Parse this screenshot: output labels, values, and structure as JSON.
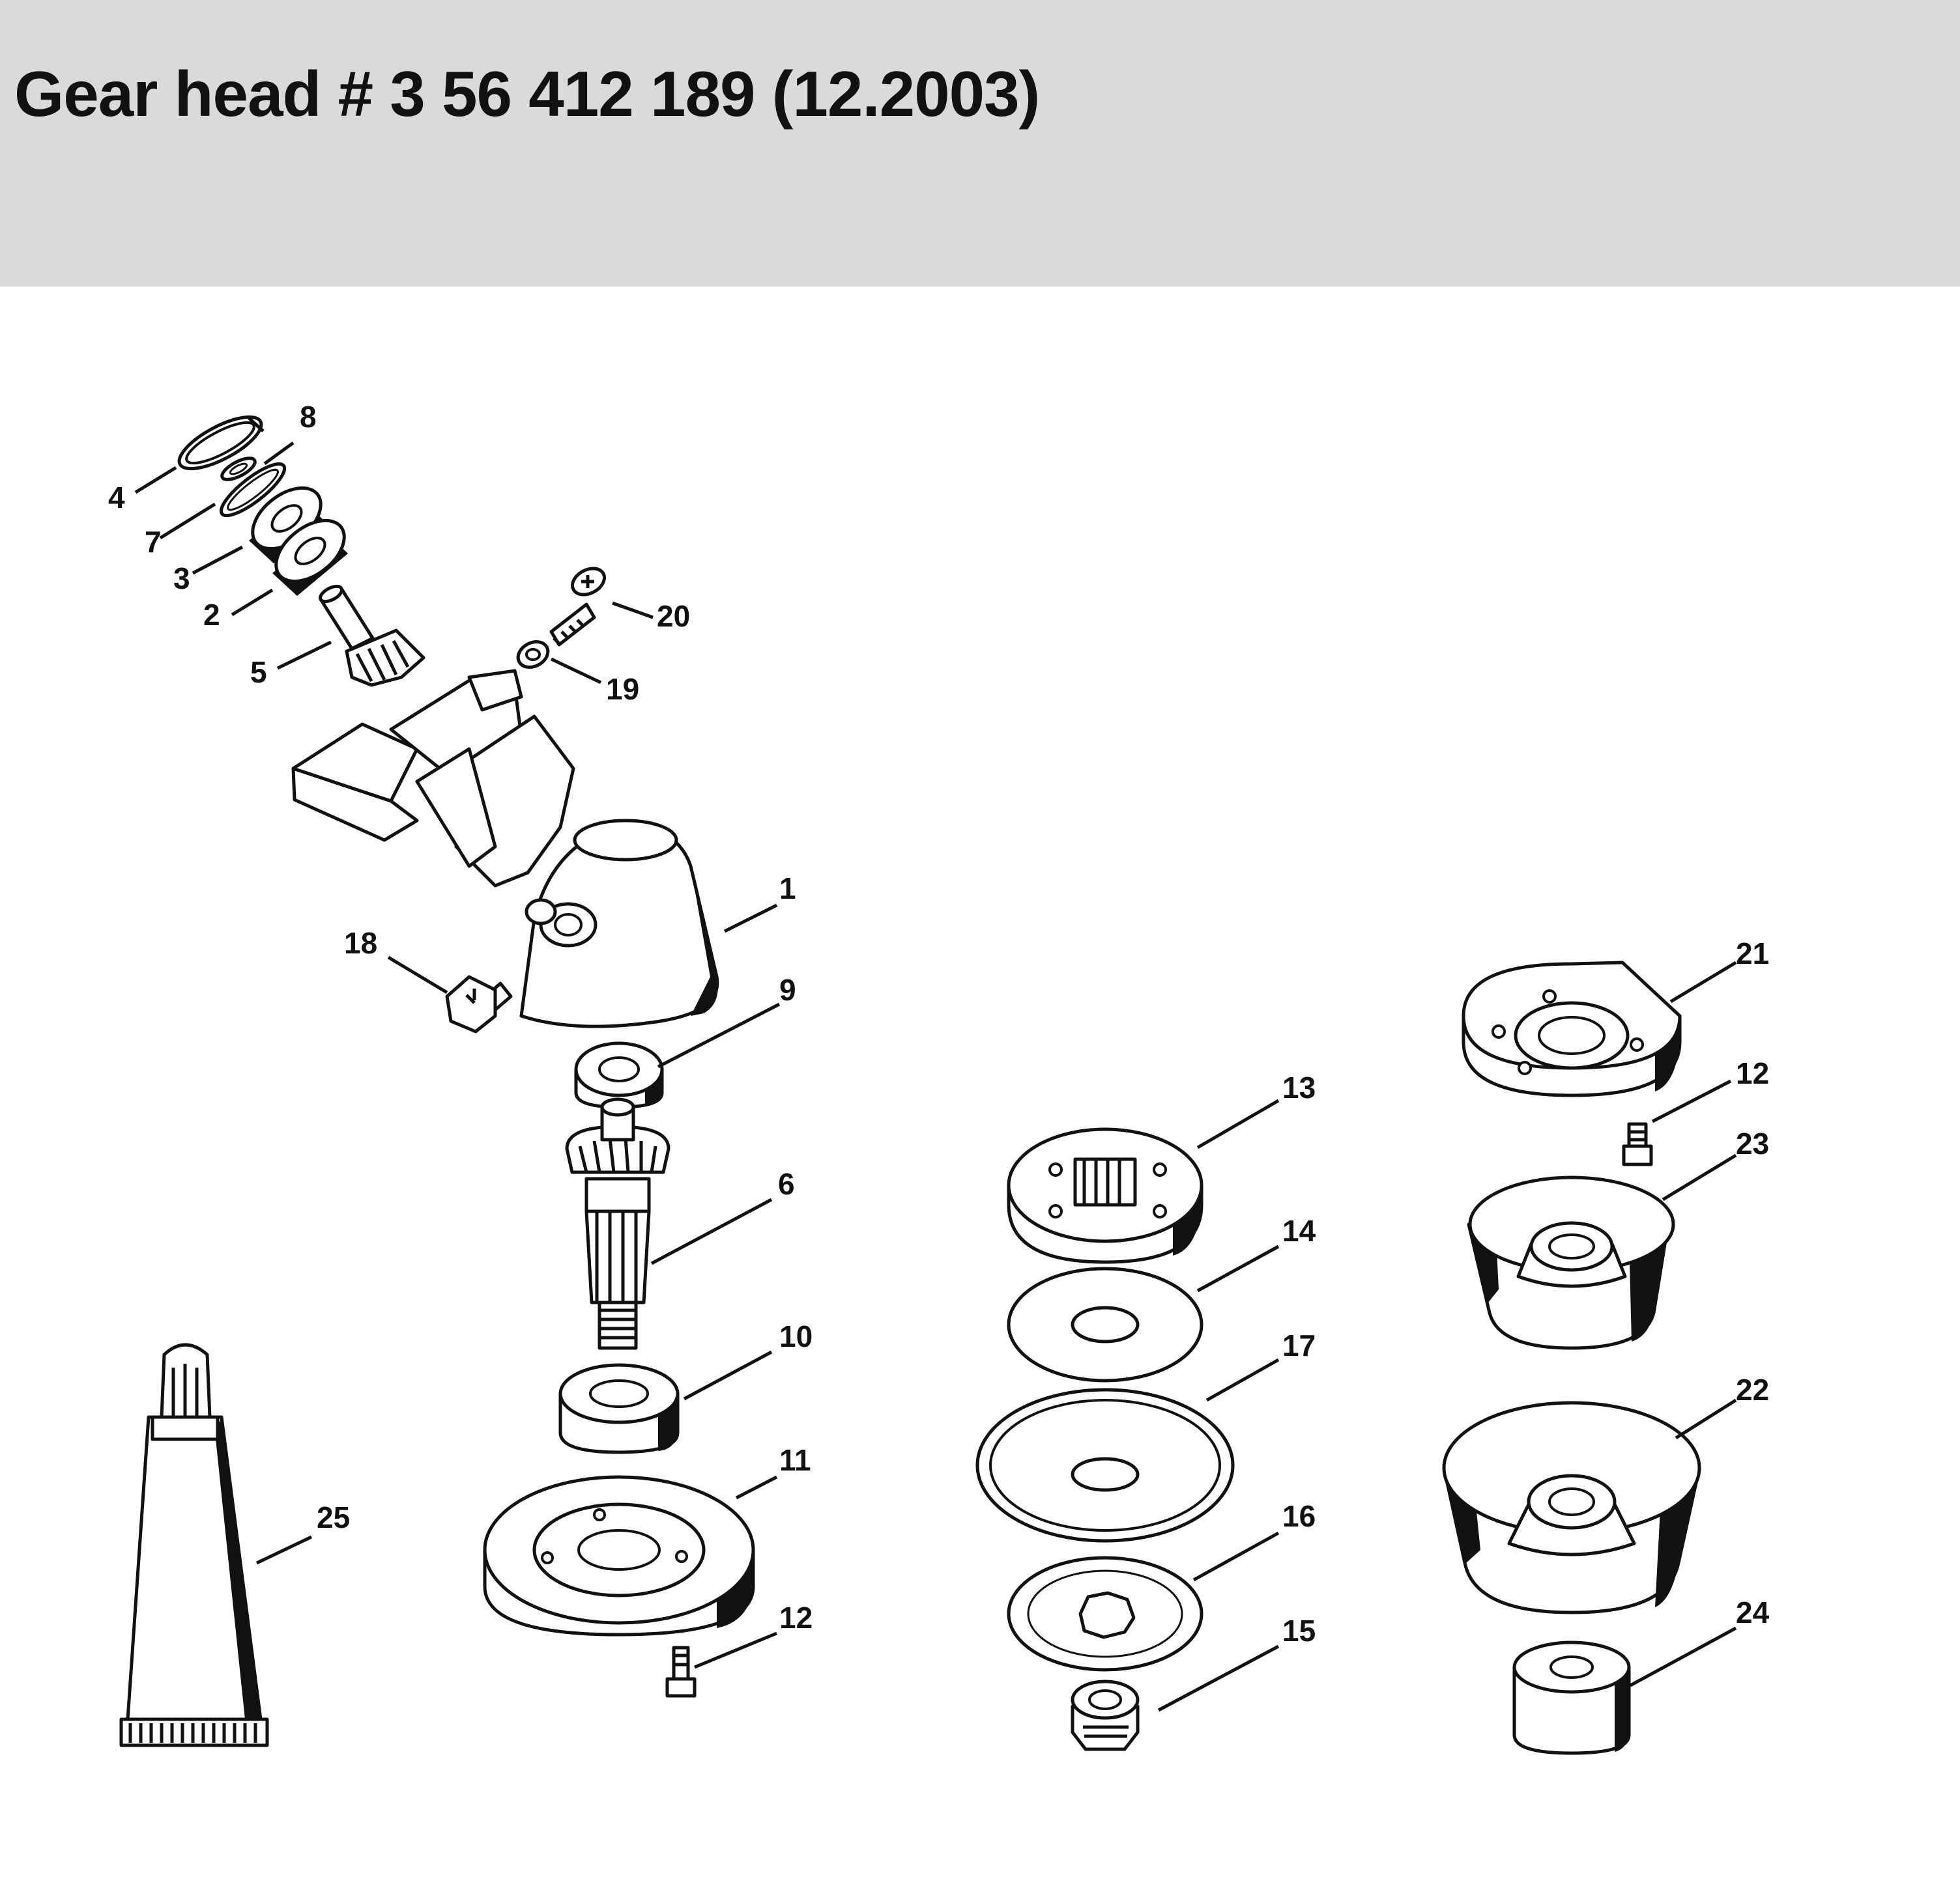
{
  "page": {
    "title": "Gear head # 3 56 412 189 (12.2003)"
  },
  "parts": [
    {
      "id": "1",
      "label": "1"
    },
    {
      "id": "2",
      "label": "2"
    },
    {
      "id": "3",
      "label": "3"
    },
    {
      "id": "4",
      "label": "4"
    },
    {
      "id": "5",
      "label": "5"
    },
    {
      "id": "6",
      "label": "6"
    },
    {
      "id": "7",
      "label": "7"
    },
    {
      "id": "8",
      "label": "8"
    },
    {
      "id": "9",
      "label": "9"
    },
    {
      "id": "10",
      "label": "10"
    },
    {
      "id": "11",
      "label": "11"
    },
    {
      "id": "12a",
      "label": "12"
    },
    {
      "id": "12b",
      "label": "12"
    },
    {
      "id": "13",
      "label": "13"
    },
    {
      "id": "14",
      "label": "14"
    },
    {
      "id": "15",
      "label": "15"
    },
    {
      "id": "16",
      "label": "16"
    },
    {
      "id": "17",
      "label": "17"
    },
    {
      "id": "18",
      "label": "18"
    },
    {
      "id": "19",
      "label": "19"
    },
    {
      "id": "20",
      "label": "20"
    },
    {
      "id": "21",
      "label": "21"
    },
    {
      "id": "22",
      "label": "22"
    },
    {
      "id": "23",
      "label": "23"
    },
    {
      "id": "24",
      "label": "24"
    },
    {
      "id": "25",
      "label": "25"
    }
  ]
}
